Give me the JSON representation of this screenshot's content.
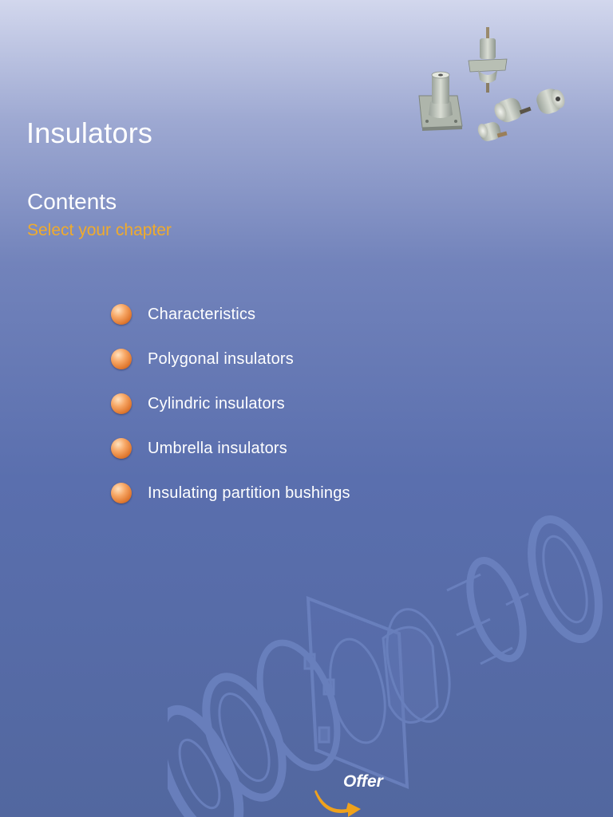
{
  "page": {
    "title": "Insulators"
  },
  "contents": {
    "heading": "Contents",
    "subheading": "Select your chapter",
    "chapters": [
      {
        "label": "Characteristics"
      },
      {
        "label": "Polygonal insulators"
      },
      {
        "label": "Cylindric insulators"
      },
      {
        "label": "Umbrella insulators"
      },
      {
        "label": "Insulating partition bushings"
      }
    ]
  },
  "offer": {
    "label": "Offer"
  },
  "colors": {
    "background_top": "#d2d7ed",
    "background_bottom": "#52679f",
    "subheading": "#f0ab2c",
    "bullet": "#f7a867",
    "offer_arrow": "#f0a21c"
  }
}
